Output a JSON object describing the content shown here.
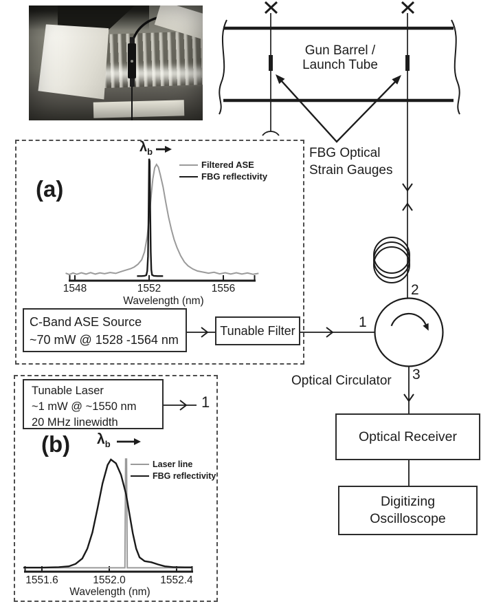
{
  "accent_colors": {
    "line_art": "#1c1c1c",
    "gray_trace": "#9a9a9a"
  },
  "schematic": {
    "barrel_label": [
      "Gun Barrel /",
      "Launch Tube"
    ],
    "gauges_label": [
      "FBG Optical",
      "Strain Gauges"
    ],
    "circulator_label": "Optical Circulator",
    "ports": {
      "p1": "1",
      "p2": "2",
      "p3": "3"
    },
    "receiver_label": "Optical Receiver",
    "oscilloscope_label": [
      "Digitizing",
      "Oscilloscope"
    ],
    "ase_box": [
      "C-Band ASE Source",
      "~70 mW @ 1528 -1564 nm"
    ],
    "filter_label": "Tunable Filter",
    "laser_box": [
      "Tunable Laser",
      "~1 mW @ ~1550 nm",
      "20 MHz linewidth"
    ],
    "laser_port": "1"
  },
  "insets": {
    "a": {
      "panel": "(a)",
      "lambda_main": "λ",
      "lambda_sub": "b"
    },
    "b": {
      "panel": "(b)",
      "lambda_main": "λ",
      "lambda_sub": "b"
    }
  },
  "chart_data": [
    {
      "id": "a",
      "type": "line",
      "title": "",
      "xlabel": "Wavelength (nm)",
      "ylabel": "",
      "xticks": [
        "1548",
        "1552",
        "1556"
      ],
      "xlim": [
        1547.5,
        1557.9
      ],
      "grid": false,
      "legend_position": "upper right",
      "series": [
        {
          "name": "Filtered ASE",
          "color": "#9a9a9a",
          "points": [
            [
              1547.5,
              0.03
            ],
            [
              1547.7,
              0.018
            ],
            [
              1547.9,
              0.032
            ],
            [
              1548.1,
              0.02
            ],
            [
              1548.35,
              0.034
            ],
            [
              1548.6,
              0.022
            ],
            [
              1548.85,
              0.035
            ],
            [
              1549.1,
              0.022
            ],
            [
              1549.35,
              0.033
            ],
            [
              1549.6,
              0.025
            ],
            [
              1549.9,
              0.036
            ],
            [
              1550.2,
              0.028
            ],
            [
              1550.5,
              0.045
            ],
            [
              1550.8,
              0.06
            ],
            [
              1551.0,
              0.07
            ],
            [
              1551.2,
              0.085
            ],
            [
              1551.4,
              0.11
            ],
            [
              1551.6,
              0.15
            ],
            [
              1551.75,
              0.22
            ],
            [
              1551.9,
              0.36
            ],
            [
              1552.0,
              0.52
            ],
            [
              1552.1,
              0.7
            ],
            [
              1552.2,
              0.87
            ],
            [
              1552.3,
              0.97
            ],
            [
              1552.4,
              1.0
            ],
            [
              1552.5,
              0.975
            ],
            [
              1552.6,
              0.91
            ],
            [
              1552.75,
              0.8
            ],
            [
              1552.9,
              0.66
            ],
            [
              1553.05,
              0.53
            ],
            [
              1553.2,
              0.42
            ],
            [
              1553.35,
              0.33
            ],
            [
              1553.5,
              0.26
            ],
            [
              1553.7,
              0.185
            ],
            [
              1553.9,
              0.13
            ],
            [
              1554.1,
              0.095
            ],
            [
              1554.35,
              0.068
            ],
            [
              1554.6,
              0.05
            ],
            [
              1554.9,
              0.04
            ],
            [
              1555.2,
              0.03
            ],
            [
              1555.5,
              0.038
            ],
            [
              1555.8,
              0.024
            ],
            [
              1556.1,
              0.034
            ],
            [
              1556.4,
              0.022
            ],
            [
              1556.7,
              0.034
            ],
            [
              1557.0,
              0.022
            ],
            [
              1557.3,
              0.032
            ],
            [
              1557.6,
              0.02
            ],
            [
              1557.9,
              0.028
            ]
          ]
        },
        {
          "name": "FBG reflectivity",
          "color": "#1a1a1a",
          "points": [
            [
              1551.35,
              0.004
            ],
            [
              1551.6,
              0.004
            ],
            [
              1551.75,
              0.006
            ],
            [
              1551.85,
              0.012
            ],
            [
              1551.9,
              0.05
            ],
            [
              1551.94,
              0.18
            ],
            [
              1551.97,
              0.55
            ],
            [
              1552.0,
              1.05
            ],
            [
              1552.03,
              1.03
            ],
            [
              1552.06,
              0.6
            ],
            [
              1552.09,
              0.22
            ],
            [
              1552.12,
              0.06
            ],
            [
              1552.16,
              0.015
            ],
            [
              1552.25,
              0.006
            ],
            [
              1552.45,
              0.004
            ],
            [
              1552.75,
              0.004
            ]
          ]
        }
      ]
    },
    {
      "id": "b",
      "type": "line",
      "title": "",
      "xlabel": "Wavelength (nm)",
      "ylabel": "",
      "xticks": [
        "1551.6",
        "1552.0",
        "1552.4"
      ],
      "xlim": [
        1551.49,
        1552.49
      ],
      "grid": false,
      "legend_position": "upper right",
      "series": [
        {
          "name": "Laser line",
          "color": "#9a9a9a",
          "points": [
            [
              1551.49,
              0.004
            ],
            [
              1552.093,
              0.004
            ],
            [
              1552.097,
              1.005
            ],
            [
              1552.103,
              1.005
            ],
            [
              1552.107,
              0.004
            ],
            [
              1552.49,
              0.004
            ]
          ]
        },
        {
          "name": "FBG reflectivity",
          "color": "#1a1a1a",
          "points": [
            [
              1551.49,
              0.006
            ],
            [
              1551.6,
              0.006
            ],
            [
              1551.7,
              0.01
            ],
            [
              1551.76,
              0.018
            ],
            [
              1551.8,
              0.04
            ],
            [
              1551.84,
              0.09
            ],
            [
              1551.87,
              0.18
            ],
            [
              1551.9,
              0.33
            ],
            [
              1551.93,
              0.55
            ],
            [
              1551.96,
              0.78
            ],
            [
              1551.99,
              0.95
            ],
            [
              1552.01,
              1.0
            ],
            [
              1552.04,
              0.965
            ],
            [
              1552.07,
              0.86
            ],
            [
              1552.1,
              0.68
            ],
            [
              1552.12,
              0.5
            ],
            [
              1552.14,
              0.32
            ],
            [
              1552.16,
              0.18
            ],
            [
              1552.18,
              0.1
            ],
            [
              1552.21,
              0.065
            ],
            [
              1552.25,
              0.055
            ],
            [
              1552.29,
              0.035
            ],
            [
              1552.33,
              0.018
            ],
            [
              1552.38,
              0.01
            ],
            [
              1552.45,
              0.008
            ],
            [
              1552.49,
              0.008
            ]
          ]
        }
      ]
    }
  ]
}
